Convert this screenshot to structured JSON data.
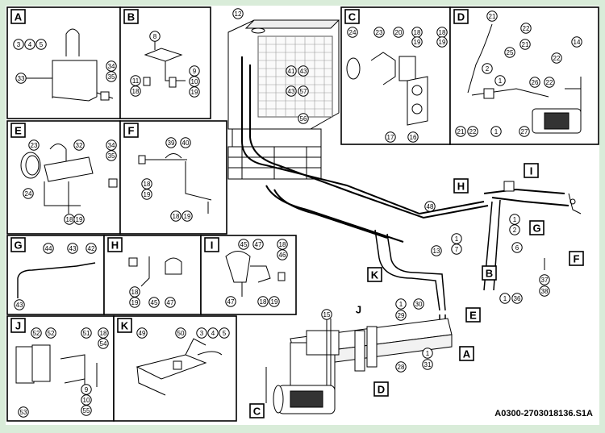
{
  "caption": "A0300-2703018136.S1A",
  "colors": {
    "background": "#d9ecd9",
    "panel": "#ffffff",
    "ink": "#000000"
  },
  "panels": [
    {
      "id": "A",
      "parts": [
        "3",
        "4",
        "5",
        "33",
        "34",
        "35"
      ]
    },
    {
      "id": "B",
      "parts": [
        "8",
        "9",
        "10",
        "11",
        "18",
        "19"
      ]
    },
    {
      "id": "C",
      "parts": [
        "24",
        "23",
        "20",
        "18",
        "19",
        "18",
        "19",
        "17",
        "16"
      ]
    },
    {
      "id": "D",
      "parts": [
        "21",
        "22",
        "25",
        "21",
        "22",
        "2",
        "1",
        "26",
        "22",
        "14",
        "21",
        "22",
        "1",
        "27"
      ]
    },
    {
      "id": "E",
      "parts": [
        "23",
        "32",
        "34",
        "35",
        "24",
        "18",
        "19"
      ]
    },
    {
      "id": "F",
      "parts": [
        "39",
        "40",
        "18",
        "19",
        "18",
        "19"
      ]
    },
    {
      "id": "G",
      "parts": [
        "44",
        "43",
        "42",
        "43"
      ]
    },
    {
      "id": "H",
      "parts": [
        "18",
        "19",
        "45",
        "47"
      ]
    },
    {
      "id": "I",
      "parts": [
        "45",
        "47",
        "18",
        "46",
        "47",
        "18",
        "19"
      ]
    },
    {
      "id": "J",
      "parts": [
        "52",
        "52",
        "51",
        "18",
        "54",
        "9",
        "10",
        "55",
        "53"
      ]
    },
    {
      "id": "K",
      "parts": [
        "49",
        "50",
        "3",
        "4",
        "5"
      ]
    }
  ],
  "main": {
    "parts": [
      "12",
      "41",
      "43",
      "43",
      "57",
      "56",
      "48",
      "13",
      "1",
      "7",
      "1",
      "2",
      "6",
      "37",
      "38",
      "1",
      "36",
      "15",
      "1",
      "29",
      "30",
      "28",
      "1",
      "31"
    ],
    "callouts": [
      "B",
      "K",
      "H",
      "I",
      "G",
      "F",
      "E",
      "A",
      "J",
      "D",
      "C"
    ]
  }
}
